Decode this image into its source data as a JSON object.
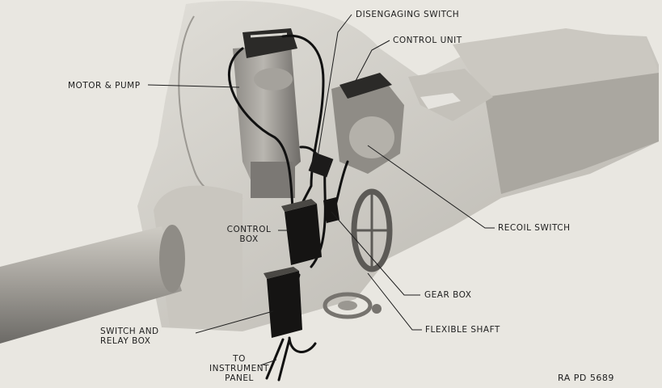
{
  "labels": {
    "disengaging_switch": "DISENGAGING SWITCH",
    "control_unit": "CONTROL UNIT",
    "motor_pump": "MOTOR & PUMP",
    "control_box_1": "CONTROL",
    "control_box_2": "BOX",
    "recoil_switch": "RECOIL SWITCH",
    "gear_box": "GEAR BOX",
    "flexible_shaft": "FLEXIBLE SHAFT",
    "switch_relay_1": "SWITCH AND",
    "switch_relay_2": "RELAY BOX",
    "to_instrument_1": "TO",
    "to_instrument_2": "INSTRUMENT",
    "to_instrument_3": "PANEL",
    "figure_code": "RA PD 5689"
  },
  "colors": {
    "background": "#e9e7e1",
    "ink": "#1e1e1e",
    "body_light": "#d9d7d1",
    "body_mid": "#bdbab3",
    "shadow": "#8f8c86"
  }
}
